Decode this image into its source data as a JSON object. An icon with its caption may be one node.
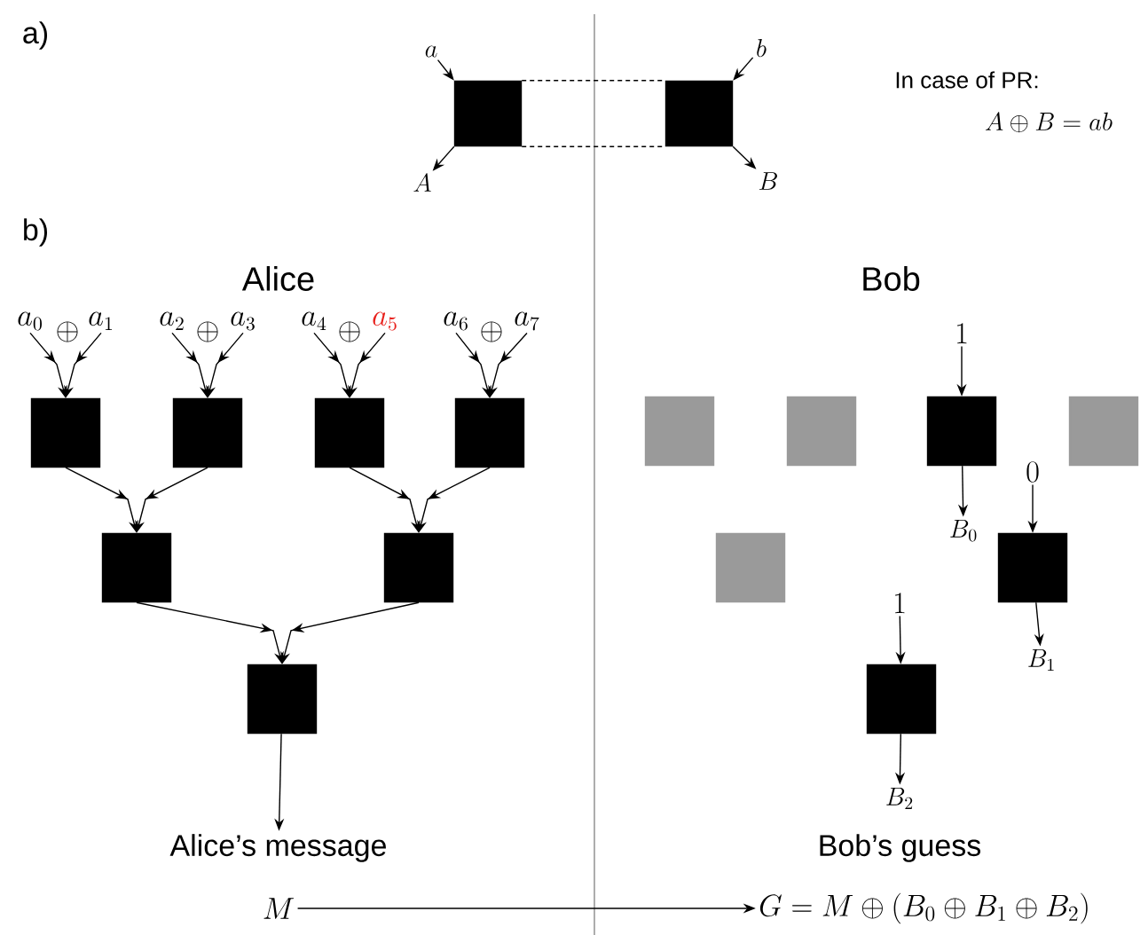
{
  "diagram": {
    "nodes": [
      {
        "text": [
          "a"
        ]
      },
      {
        "text": [
          "b"
        ]
      },
      {
        "text": [],
        "shape": "box"
      },
      {
        "text": [],
        "shape": "box"
      },
      {
        "text": [
          "A"
        ]
      },
      {
        "text": [
          "B"
        ]
      },
      {
        "text": [
          "a_0"
        ]
      },
      {
        "text": [
          "a_1"
        ]
      },
      {
        "text": [
          "a_2"
        ]
      },
      {
        "text": [
          "a_3"
        ]
      },
      {
        "text": [
          "a_4"
        ]
      },
      {
        "text": [
          "a_5"
        ]
      },
      {
        "text": [
          "a_6"
        ]
      },
      {
        "text": [
          "a_7"
        ]
      },
      {
        "text": [
          "1"
        ]
      },
      {
        "text": [],
        "shape": "box"
      },
      {
        "text": [],
        "shape": "box"
      },
      {
        "text": [],
        "shape": "box"
      },
      {
        "text": [],
        "shape": "box"
      },
      {
        "text": [],
        "shape": "box"
      },
      {
        "text": [],
        "shape": "box"
      },
      {
        "text": [],
        "shape": "box"
      },
      {
        "text": [],
        "shape": "box"
      },
      {
        "text": [
          "0"
        ]
      },
      {
        "text": [
          "B_0"
        ]
      },
      {
        "text": [],
        "shape": "box"
      },
      {
        "text": [],
        "shape": "box"
      },
      {
        "text": [],
        "shape": "box"
      },
      {
        "text": [],
        "shape": "box"
      },
      {
        "text": [
          "1"
        ]
      },
      {
        "text": [
          "B_1"
        ]
      },
      {
        "text": [],
        "shape": "box"
      },
      {
        "text": [],
        "shape": "box"
      },
      {
        "text": [
          "B_2"
        ]
      },
      {
        "text": [
          "Alice’s message"
        ]
      },
      {
        "text": [
          "M"
        ]
      },
      {
        "text": [
          "G = M \\oplus (B_0 \\oplus B_1 \\oplus B_2)"
        ]
      }
    ],
    "edges": [
      {
        "from": 0,
        "to": 2,
        "arrow": "to"
      },
      {
        "from": 2,
        "to": 4,
        "arrow": "to"
      },
      {
        "from": 1,
        "to": 3,
        "arrow": "to"
      },
      {
        "from": 3,
        "to": 5,
        "arrow": "to"
      },
      {
        "from": 2,
        "to": 3,
        "arrow": "none",
        "style": "dashed"
      },
      {
        "from": 2,
        "to": 3,
        "arrow": "none",
        "style": "dashed"
      },
      {
        "from": 6,
        "to": 15,
        "arrow": "to"
      },
      {
        "from": 7,
        "to": 15,
        "arrow": "to"
      },
      {
        "from": 8,
        "to": 16,
        "arrow": "to"
      },
      {
        "from": 9,
        "to": 16,
        "arrow": "to"
      },
      {
        "from": 10,
        "to": 17,
        "arrow": "to"
      },
      {
        "from": 11,
        "to": 17,
        "arrow": "to"
      },
      {
        "from": 12,
        "to": 18,
        "arrow": "to"
      },
      {
        "from": 13,
        "to": 18,
        "arrow": "to"
      },
      {
        "from": 14,
        "to": 21,
        "arrow": "to"
      },
      {
        "from": 21,
        "to": 24,
        "arrow": "to"
      },
      {
        "from": 15,
        "to": 25,
        "arrow": "to"
      },
      {
        "from": 16,
        "to": 25,
        "arrow": "to"
      },
      {
        "from": 17,
        "to": 26,
        "arrow": "to"
      },
      {
        "from": 18,
        "to": 26,
        "arrow": "to"
      },
      {
        "from": 23,
        "to": 28,
        "arrow": "to"
      },
      {
        "from": 28,
        "to": 30,
        "arrow": "to"
      },
      {
        "from": 25,
        "to": 31,
        "arrow": "to"
      },
      {
        "from": 26,
        "to": 31,
        "arrow": "to"
      },
      {
        "from": 29,
        "to": 32,
        "arrow": "to"
      },
      {
        "from": 32,
        "to": 33,
        "arrow": "to"
      },
      {
        "from": 31,
        "to": 34,
        "arrow": "to"
      },
      {
        "from": 35,
        "to": 36,
        "arrow": "to"
      }
    ],
    "labels": [
      "a)",
      "In case of PR:",
      "A \\oplus B = ab",
      "b)",
      "Alice",
      "Bob",
      "\\oplus",
      "\\oplus",
      "\\oplus",
      "\\oplus",
      "Bob’s guess"
    ]
  }
}
